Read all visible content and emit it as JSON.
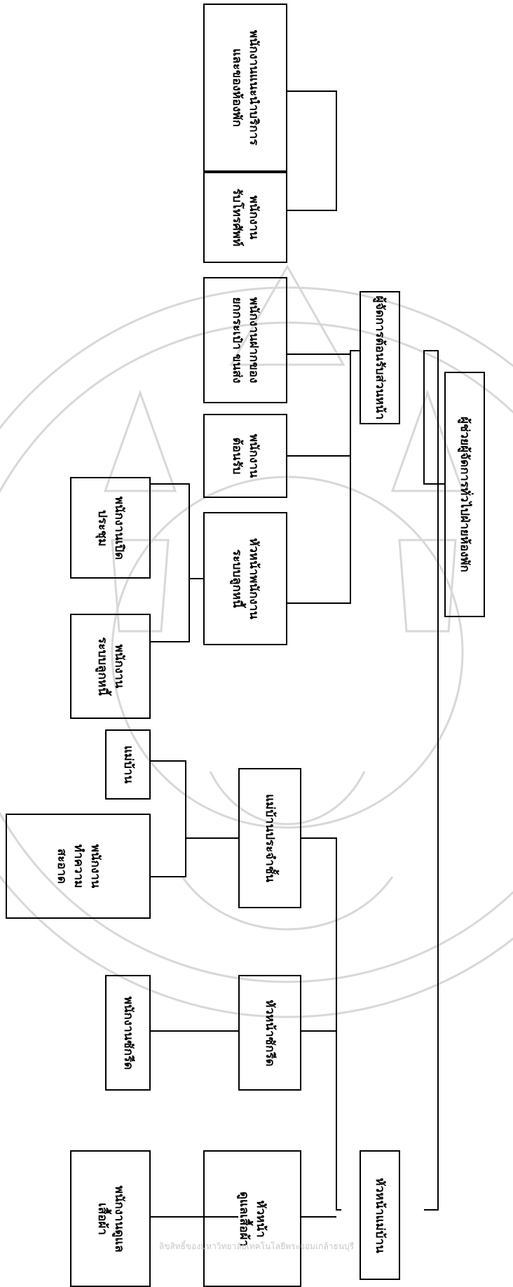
{
  "chart": {
    "root": "ผู้ช่วยผู้จัดการทั่วไปฝ่ายห้องพัก",
    "front": {
      "head": "ผู้จัดการต้อนรับส่วนหน้า",
      "reservation_head_l1": "หัวหน้าพนักงาน",
      "reservation_head_l2": "ระบบลูกหนี้",
      "ar_staff_l1": "พนักงาน",
      "ar_staff_l2": "ระบบลูกหนี้",
      "pr_staff_l1": "พนักงานเปิด",
      "pr_staff_l2": "ประชุม",
      "reception_l1": "พนักงาน",
      "reception_l2": "ต้อนรับ",
      "bell_l1": "พนักงานฝากของ",
      "bell_l2": "ยกกระเป๋า ขนส่ง",
      "telephone_l1": "พนักงาน",
      "telephone_l2": "รับโทรศัพท์",
      "guest_relation_l1": "พนักงานแนะนำบริการ",
      "guest_relation_l2": "และของห้องพัก"
    },
    "housekeeping": {
      "head": "หัวหน้าแม่บ้าน",
      "supervisor_l1": "แม่บ้านประจำชั้น",
      "maid": "แม่บ้าน",
      "cleaner_l1": "พนักงาน",
      "cleaner_l2": "ทำความ",
      "cleaner_l3": "สะอาด",
      "laundry_head": "หัวหน้าซักรีด",
      "laundry_staff": "พนักงานซักรีด",
      "linen_head_l1": "หัวหน้า",
      "linen_head_l2": "ดูแลเสื้อผ้า",
      "linen_staff_l1": "พนักงานดูแล",
      "linen_staff_l2": "เสื้อผ้า"
    }
  },
  "footer": "ลิขสิทธิ์ของมหาวิทยาลัยเทคโนโลยีพระจอมเกล้าธนบุรี"
}
